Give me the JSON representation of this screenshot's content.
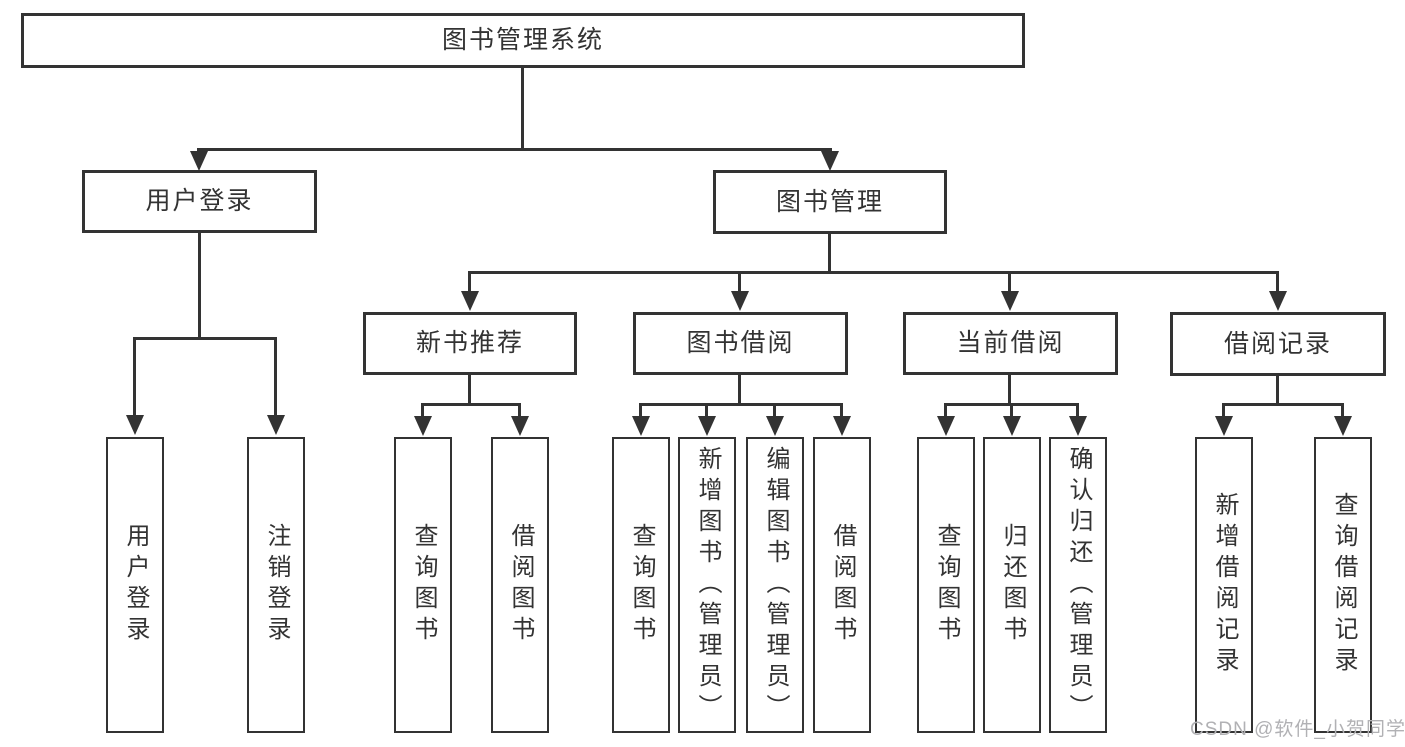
{
  "diagram": {
    "root": {
      "label": "图书管理系统"
    },
    "level2": [
      {
        "label": "用户登录"
      },
      {
        "label": "图书管理"
      }
    ],
    "level3": [
      {
        "label": "新书推荐"
      },
      {
        "label": "图书借阅"
      },
      {
        "label": "当前借阅"
      },
      {
        "label": "借阅记录"
      }
    ],
    "leaves": [
      {
        "label": "用户登录"
      },
      {
        "label": "注销登录"
      },
      {
        "label": "查询图书"
      },
      {
        "label": "借阅图书"
      },
      {
        "label": "查询图书"
      },
      {
        "label": "新增图书（管理员）"
      },
      {
        "label": "编辑图书（管理员）"
      },
      {
        "label": "借阅图书"
      },
      {
        "label": "查询图书"
      },
      {
        "label": "归还图书"
      },
      {
        "label": "确认归还（管理员）"
      },
      {
        "label": "新增借阅记录"
      },
      {
        "label": "查询借阅记录"
      }
    ]
  },
  "watermark": {
    "text": "CSDN @软件_小贺同学"
  },
  "colors": {
    "line": "#333333",
    "text": "#333333",
    "watermark": "#b1b1b4",
    "background": "#ffffff"
  }
}
